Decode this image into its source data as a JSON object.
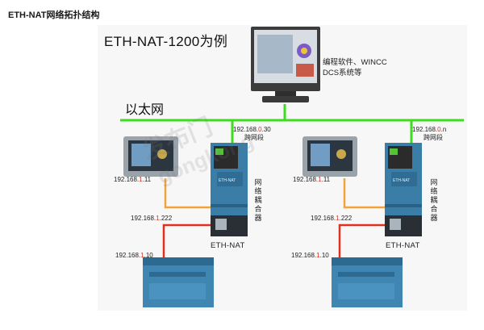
{
  "page_title": "ETH-NAT网络拓扑结构",
  "diagram_title": "ETH-NAT-1200为例",
  "ethernet_label": "以太网",
  "pc_label_line1": "编程软件、WINCC",
  "pc_label_line2": "DCS系统等",
  "left": {
    "wan_ip_prefix": "192.168.",
    "wan_ip_red": "0",
    "wan_ip_suffix": ".30",
    "wan_note": "跨网段",
    "hmi_ip_prefix": "192.168.",
    "hmi_ip_red": "1",
    "hmi_ip_suffix": ".11",
    "lan_ip_prefix": "192.168.",
    "lan_ip_red": "1",
    "lan_ip_suffix": ".222",
    "plc_ip_prefix": "192.168.",
    "plc_ip_red": "1",
    "plc_ip_suffix": ".10",
    "device_name": "ETH-NAT",
    "coupler_vertical": [
      "网",
      "络",
      "耦",
      "合",
      "器"
    ]
  },
  "right": {
    "wan_ip_prefix": "192.168.",
    "wan_ip_red": "0",
    "wan_ip_suffix": ".n",
    "wan_note": "跨网段",
    "hmi_ip_prefix": "192.168.",
    "hmi_ip_red": "1",
    "hmi_ip_suffix": ".11",
    "lan_ip_prefix": "192.168.",
    "lan_ip_red": "1",
    "lan_ip_suffix": ".222",
    "plc_ip_prefix": "192.168.",
    "plc_ip_red": "1",
    "plc_ip_suffix": ".10",
    "device_name": "ETH-NAT",
    "coupler_vertical": [
      "网",
      "络",
      "耦",
      "合",
      "器"
    ]
  },
  "module_face_label": "ETH-NAT",
  "watermark_1": "发布门",
  "watermark_2": "gongkong",
  "colors": {
    "ethernet": "#3ddc1f",
    "orange_wire": "#f2a33a",
    "red_wire": "#e0301e",
    "module_blue": "#3a7ea8",
    "accent_red": "#e0301e"
  }
}
